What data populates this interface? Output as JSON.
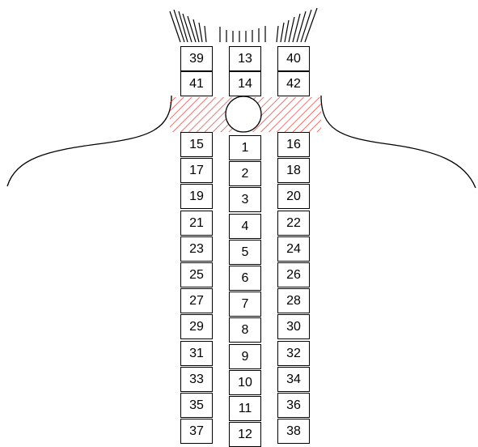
{
  "diagram": {
    "line_color": "#000000",
    "hatch_color": "#e53935",
    "background": "#ffffff",
    "hair_lines": "hair-strand-icon",
    "head_marker": "circle-icon",
    "neck_band": "hatched-band",
    "top_row_1": [
      "39",
      "13",
      "40"
    ],
    "top_row_2": [
      "41",
      "14",
      "42"
    ],
    "left_column": [
      "15",
      "17",
      "19",
      "21",
      "23",
      "25",
      "27",
      "29",
      "31",
      "33",
      "35",
      "37"
    ],
    "center_column": [
      "1",
      "2",
      "3",
      "4",
      "5",
      "6",
      "7",
      "8",
      "9",
      "10",
      "11",
      "12"
    ],
    "right_column": [
      "16",
      "18",
      "20",
      "22",
      "24",
      "26",
      "28",
      "30",
      "32",
      "34",
      "36",
      "38"
    ]
  }
}
